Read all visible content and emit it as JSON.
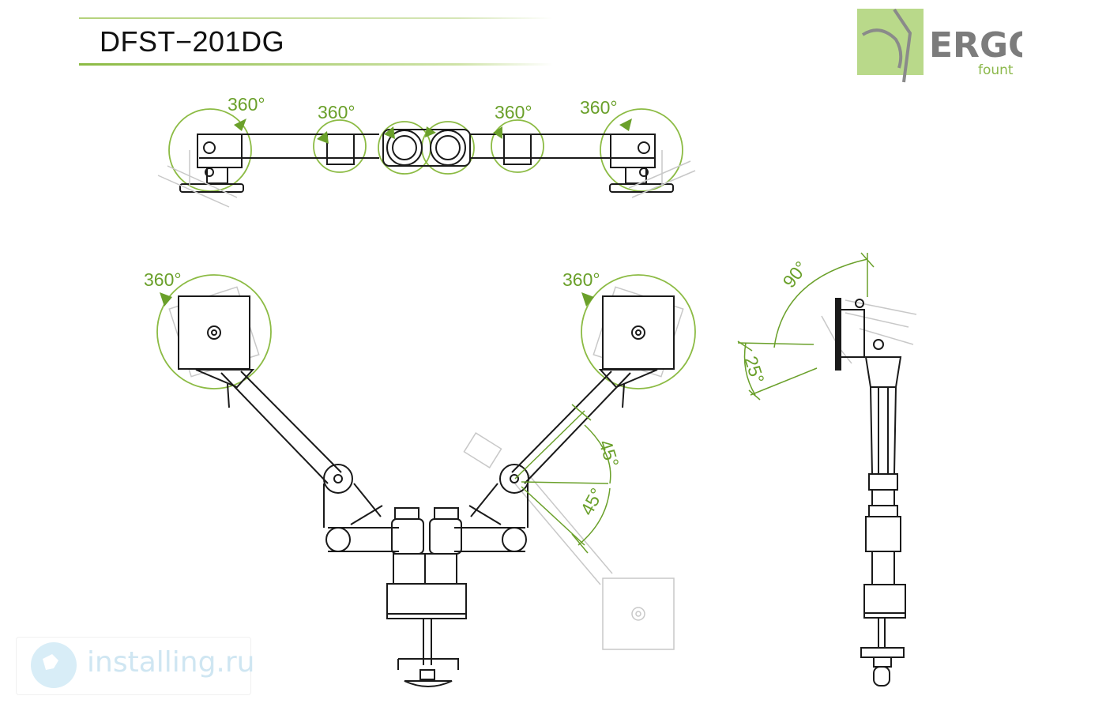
{
  "title": "DFST−201DG",
  "logo": {
    "word": "ERGO",
    "sub": "fount"
  },
  "angles": {
    "top_left_outer": "360°",
    "top_left_inner": "360°",
    "top_right_inner": "360°",
    "top_right_outer": "360°",
    "front_left": "360°",
    "front_right": "360°",
    "swing_up": "45°",
    "swing_down": "45°",
    "tilt_up": "90°",
    "tilt_down": "25°"
  },
  "watermark": "installing.ru",
  "colors": {
    "accent": "#6aa02a",
    "line": "#1a1a1a",
    "ghost": "#c8c8c8",
    "logo_bg": "#b9d98a"
  }
}
